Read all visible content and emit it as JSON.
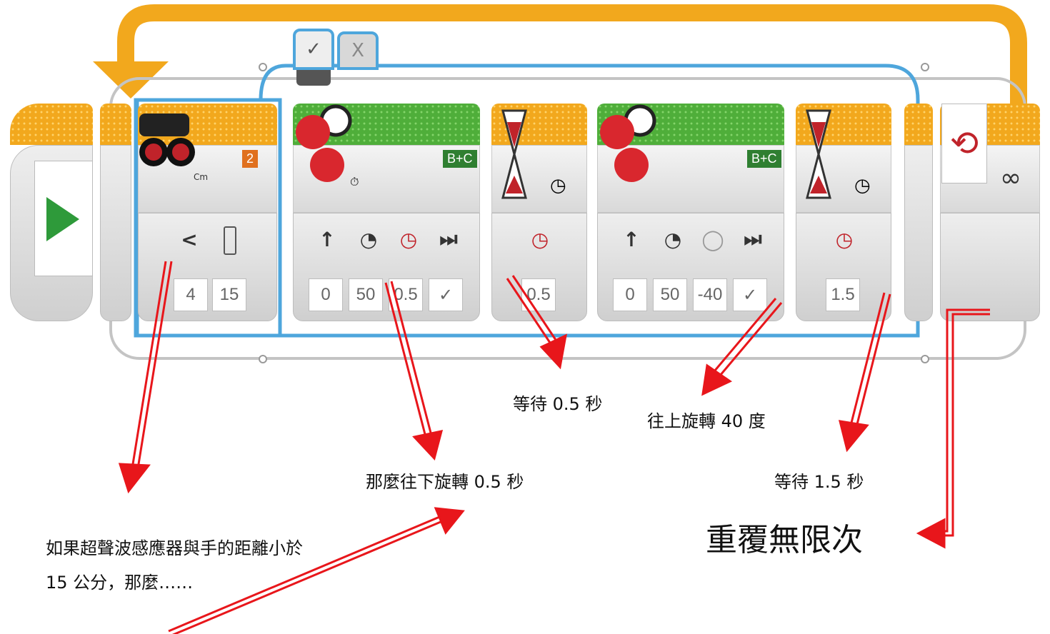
{
  "sensor_block": {
    "port": "2",
    "unit": "Cm",
    "compare_symbol": "<",
    "values": [
      "4",
      "15"
    ]
  },
  "switch_tabs": {
    "true_label": "✓",
    "false_label": "X"
  },
  "motor_block_1": {
    "port": "B+C",
    "values": [
      "0",
      "50",
      "0.5",
      "✓"
    ]
  },
  "wait_block_1": {
    "value": "0.5"
  },
  "motor_block_2": {
    "port": "B+C",
    "values": [
      "0",
      "50",
      "-40",
      "✓"
    ]
  },
  "wait_block_2": {
    "value": "1.5"
  },
  "loop_block": {
    "count_symbol": "∞"
  },
  "captions": {
    "wait1": "等待 0.5 秒",
    "rotate_up": "往上旋轉 40 度",
    "rotate_down": "那麼往下旋轉 0.5 秒",
    "wait2": "等待 1.5 秒",
    "repeat": "重覆無限次",
    "condition": "如果超聲波感應器與手的距離小於 15 公分，那麼……"
  },
  "colors": {
    "orange": "#f2a81d",
    "green": "#4fae3a",
    "switch_blue": "#4ea6dc",
    "arrow_red": "#e8161b",
    "port_orange": "#e0701e",
    "port_green": "#2f7f31"
  },
  "icons": [
    "play-icon",
    "ultrasonic-sensor-icon",
    "steering-wheel-icon",
    "motor-icon",
    "hourglass-icon",
    "timer-icon",
    "loop-icon",
    "arrow-up-icon",
    "speedometer-icon",
    "step-end-icon"
  ]
}
